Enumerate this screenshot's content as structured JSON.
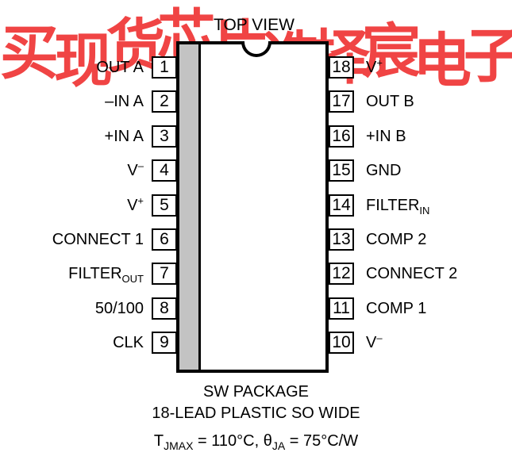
{
  "view_label": "TOP VIEW",
  "watermark": "买现货芯片选择宸电子",
  "left_pins": [
    {
      "num": "1",
      "name": "OUT A"
    },
    {
      "num": "2",
      "name": "–IN A"
    },
    {
      "num": "3",
      "name": "+IN A"
    },
    {
      "num": "4",
      "name": "V",
      "sup": "–"
    },
    {
      "num": "5",
      "name": "V",
      "sup": "+"
    },
    {
      "num": "6",
      "name": "CONNECT 1"
    },
    {
      "num": "7",
      "name": "FILTER",
      "sub": "OUT"
    },
    {
      "num": "8",
      "name": "50/100"
    },
    {
      "num": "9",
      "name": "CLK"
    }
  ],
  "right_pins": [
    {
      "num": "18",
      "name": "V",
      "sup": "+"
    },
    {
      "num": "17",
      "name": "OUT B"
    },
    {
      "num": "16",
      "name": "+IN B"
    },
    {
      "num": "15",
      "name": "GND"
    },
    {
      "num": "14",
      "name": "FILTER",
      "sub": "IN"
    },
    {
      "num": "13",
      "name": "COMP 2"
    },
    {
      "num": "12",
      "name": "CONNECT 2"
    },
    {
      "num": "11",
      "name": "COMP 1"
    },
    {
      "num": "10",
      "name": "V",
      "sup": "–"
    }
  ],
  "caption": {
    "line1": "SW PACKAGE",
    "line2": "18-LEAD PLASTIC SO WIDE",
    "tjmax_symbol": "T",
    "tjmax_sub": "JMAX",
    "tjmax_value": " = 110°C, ",
    "theta_symbol": "θ",
    "theta_sub": "JA",
    "theta_value": " = 75°C/W"
  },
  "colors": {
    "watermark": "#ee2b2b",
    "stripe": "#c3c3c3",
    "outline": "#000000"
  }
}
